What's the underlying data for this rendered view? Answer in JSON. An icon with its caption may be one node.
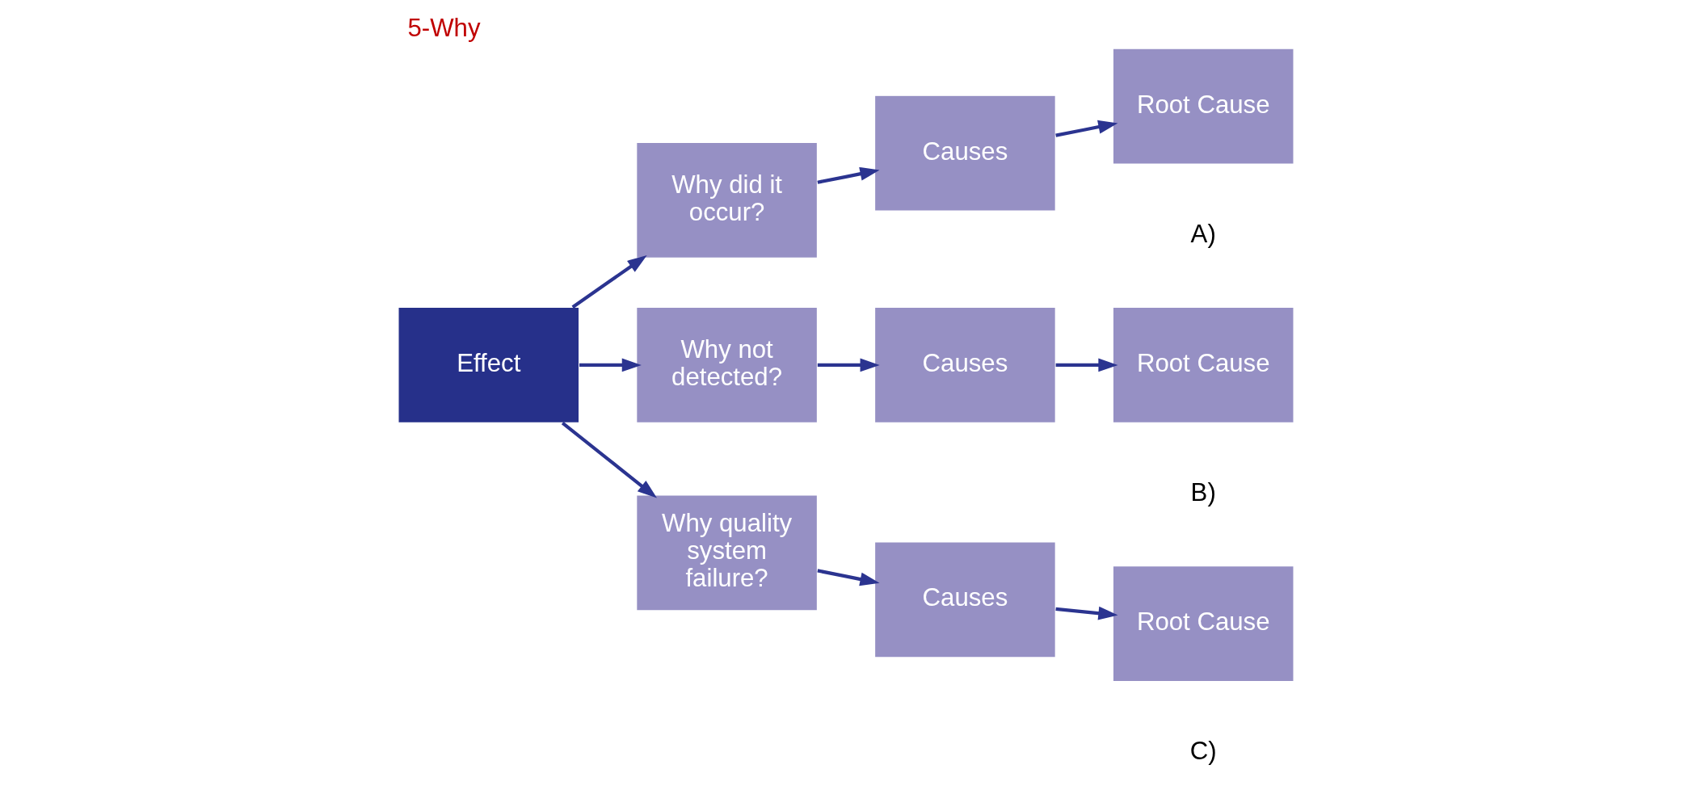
{
  "diagram": {
    "title": "5-Why",
    "nodes": [
      {
        "text": [
          "Effect"
        ]
      },
      {
        "text": [
          "Why did it occur?"
        ]
      },
      {
        "text": [
          "Causes"
        ]
      },
      {
        "text": [
          "Root Cause"
        ],
        "beside": [
          "A)"
        ]
      },
      {
        "text": [
          "Why not detected?"
        ]
      },
      {
        "text": [
          "Causes"
        ]
      },
      {
        "text": [
          "Root Cause"
        ],
        "beside": [
          "B)"
        ]
      },
      {
        "text": [
          "Why quality system failure?"
        ]
      },
      {
        "text": [
          "Causes"
        ]
      },
      {
        "text": [
          "Root Cause"
        ],
        "beside": [
          "C)"
        ]
      }
    ],
    "edges": [
      {
        "from": 0,
        "to": 1,
        "arrow": "to"
      },
      {
        "from": 0,
        "to": 4,
        "arrow": "to"
      },
      {
        "from": 0,
        "to": 7,
        "arrow": "to"
      },
      {
        "from": 1,
        "to": 2,
        "arrow": "to"
      },
      {
        "from": 2,
        "to": 3,
        "arrow": "to"
      },
      {
        "from": 4,
        "to": 5,
        "arrow": "to"
      },
      {
        "from": 5,
        "to": 6,
        "arrow": "to"
      },
      {
        "from": 7,
        "to": 8,
        "arrow": "to"
      },
      {
        "from": 8,
        "to": 9,
        "arrow": "to"
      }
    ]
  }
}
